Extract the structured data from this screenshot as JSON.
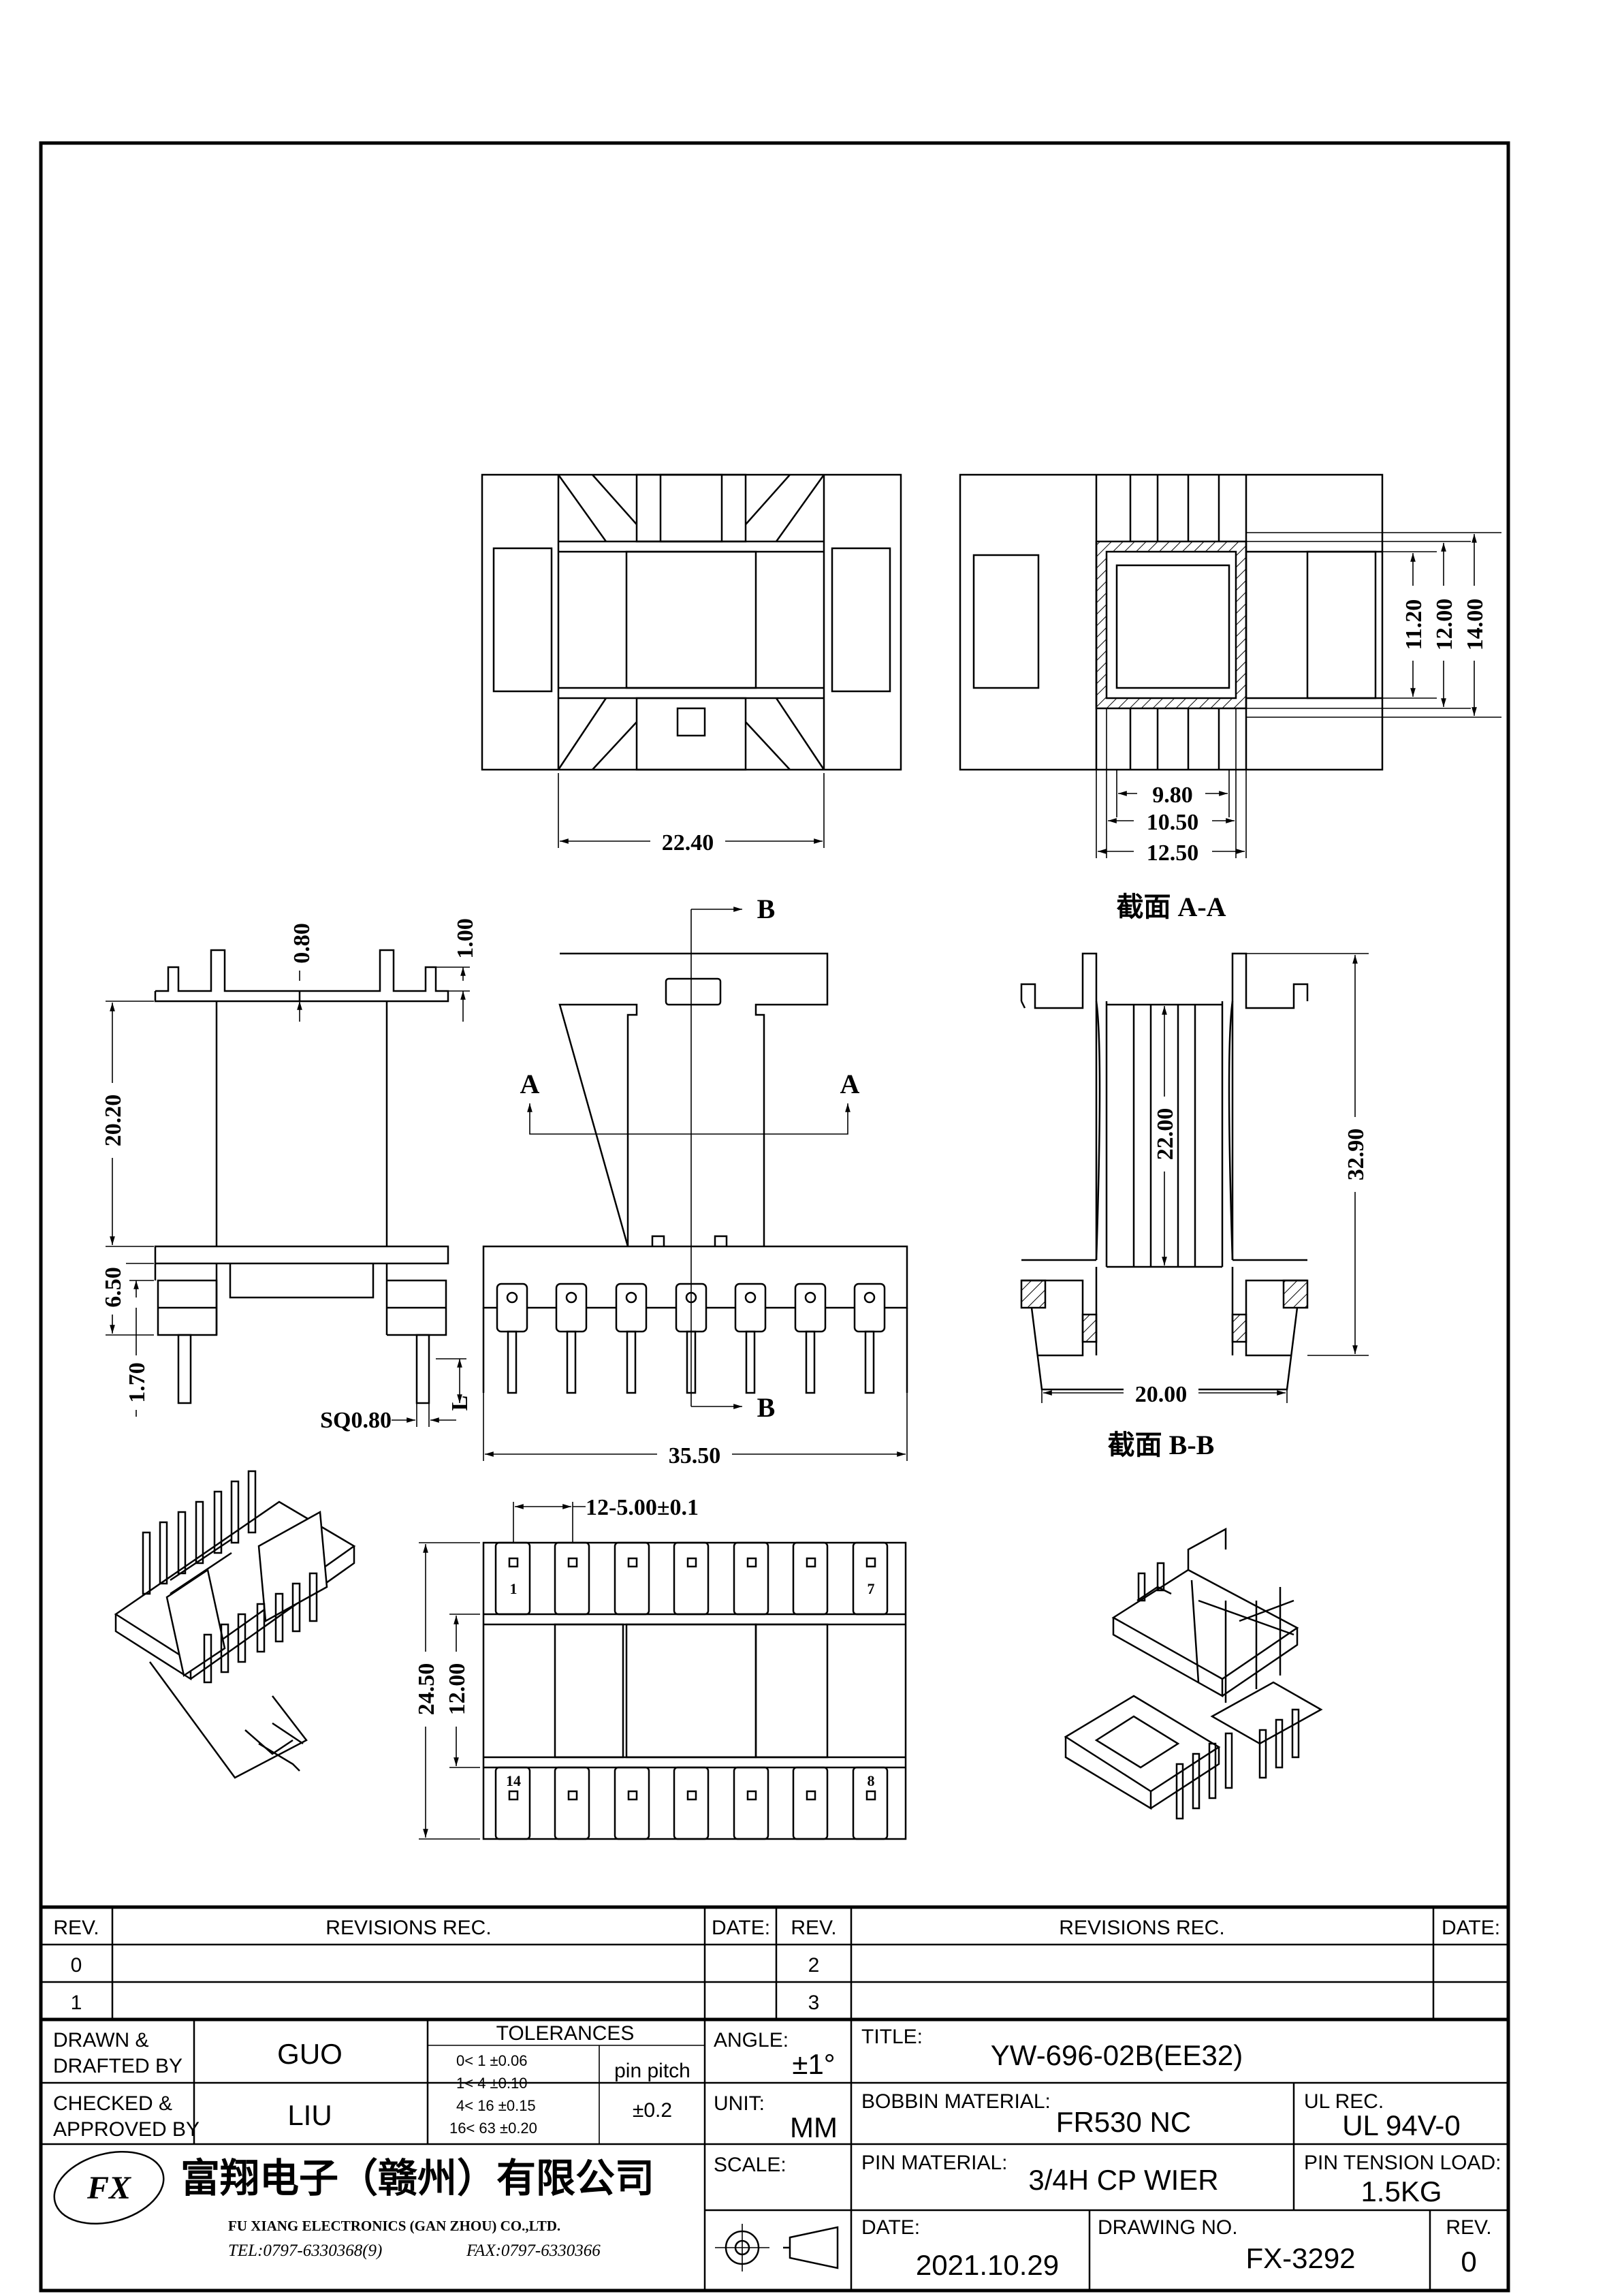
{
  "drawing": {
    "dimensions": {
      "top_width": "22.40",
      "aa_w1": "9.80",
      "aa_w2": "10.50",
      "aa_w3": "12.50",
      "aa_h1": "11.20",
      "aa_h2": "12.00",
      "aa_h3": "14.00",
      "d_080": "0.80",
      "d_100": "1.00",
      "d_2020": "20.20",
      "d_650": "6.50",
      "d_170": "1.70",
      "sq": "SQ0.80",
      "L": "L",
      "width_3550": "35.50",
      "d_2200": "22.00",
      "d_3290": "32.90",
      "d_2000": "20.00",
      "pitch": "12-5.00±0.1",
      "d_2450": "24.50",
      "d_1200": "12.00"
    },
    "sections": {
      "aa": "截面  A-A",
      "bb": "截面  B-B",
      "A": "A",
      "B": "B"
    },
    "pins": {
      "p1": "1",
      "p7": "7",
      "p14": "14",
      "p8": "8"
    }
  },
  "revisions": {
    "rev_h": "REV.",
    "rec_h": "REVISIONS  REC.",
    "date_h": "DATE:",
    "rows": [
      "0",
      "1",
      "2",
      "3"
    ]
  },
  "titleblock": {
    "drawn_label_1": "DRAWN &",
    "drawn_label_2": "DRAFTED BY",
    "drawn_by": "GUO",
    "checked_label_1": "CHECKED &",
    "checked_label_2": "APPROVED BY",
    "approved_by": "LIU",
    "tol_label": "TOLERANCES",
    "tol_rows": [
      "0<  1  ±0.06",
      "1<  4  ±0.10",
      "4<  16  ±0.15",
      "16<  63  ±0.20"
    ],
    "pin_pitch_label": "pin pitch",
    "pin_pitch": "±0.2",
    "angle_label": "ANGLE:",
    "angle": "±1°",
    "unit_label": "UNIT:",
    "unit": "MM",
    "scale_label": "SCALE:",
    "title_label": "TITLE:",
    "title": "YW-696-02B(EE32)",
    "bobbin_label": "BOBBIN MATERIAL:",
    "bobbin": "FR530 NC",
    "ul_label": "UL REC.",
    "ul": "UL 94V-0",
    "pinmat_label": "PIN MATERIAL:",
    "pinmat": "3/4H CP WIER",
    "tension_label": "PIN TENSION LOAD:",
    "tension": "1.5KG",
    "date_label": "DATE:",
    "date": "2021.10.29",
    "dwgno_label": "DRAWING NO.",
    "dwgno": "FX-3292",
    "rev_label": "REV.",
    "rev": "0",
    "company_cn": "富翔电子（赣州）有限公司",
    "company_en": "FU XIANG ELECTRONICS (GAN ZHOU) CO.,LTD.",
    "tel": "TEL:0797-6330368(9)",
    "fax": "FAX:0797-6330366",
    "logo": "FX"
  }
}
